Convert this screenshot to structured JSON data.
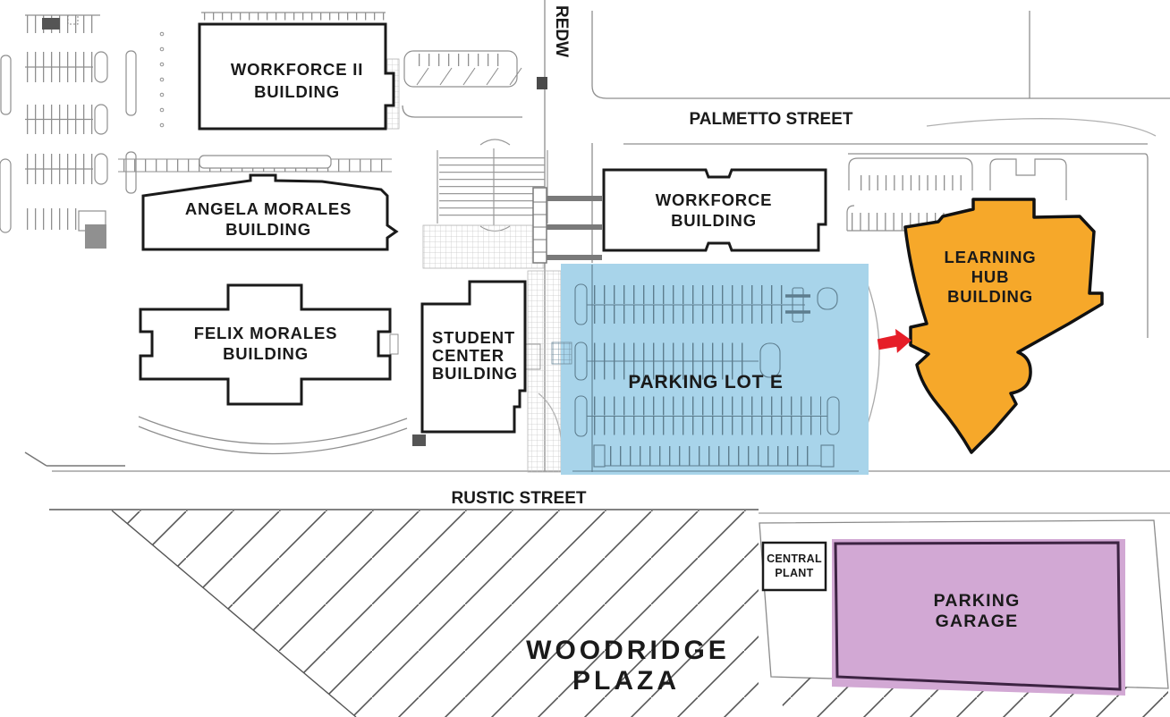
{
  "map": {
    "streets": {
      "palmetto": "PALMETTO STREET",
      "rustic": "RUSTIC STREET",
      "vertical_partial": "REDW"
    },
    "buildings": {
      "workforce2": {
        "lines": [
          "WORKFORCE II",
          "BUILDING"
        ]
      },
      "angela_morales": {
        "lines": [
          "ANGELA MORALES",
          "BUILDING"
        ]
      },
      "felix_morales": {
        "lines": [
          "FELIX MORALES",
          "BUILDING"
        ]
      },
      "student_center": {
        "lines": [
          "STUDENT",
          "CENTER",
          "BUILDING"
        ]
      },
      "workforce": {
        "lines": [
          "WORKFORCE",
          "BUILDING"
        ]
      },
      "central_plant": {
        "lines": [
          "CENTRAL",
          "PLANT"
        ]
      },
      "learning_hub": {
        "lines": [
          "LEARNING",
          "HUB",
          "BUILDING"
        ],
        "highlight_color": "#F6A82A"
      }
    },
    "areas": {
      "parking_lot_e": {
        "label": "PARKING LOT E",
        "highlight_color": "#A8D4EA"
      },
      "parking_garage": {
        "lines": [
          "PARKING",
          "GARAGE"
        ],
        "highlight_color": "#D2A8D4",
        "border_color": "#3C2342",
        "text_color": "#5A3A64"
      },
      "woodridge_plaza": {
        "lines": [
          "WOODRIDGE",
          "PLAZA"
        ]
      }
    },
    "marker": {
      "arrow_color": "#E61E28",
      "direction": "right"
    }
  }
}
